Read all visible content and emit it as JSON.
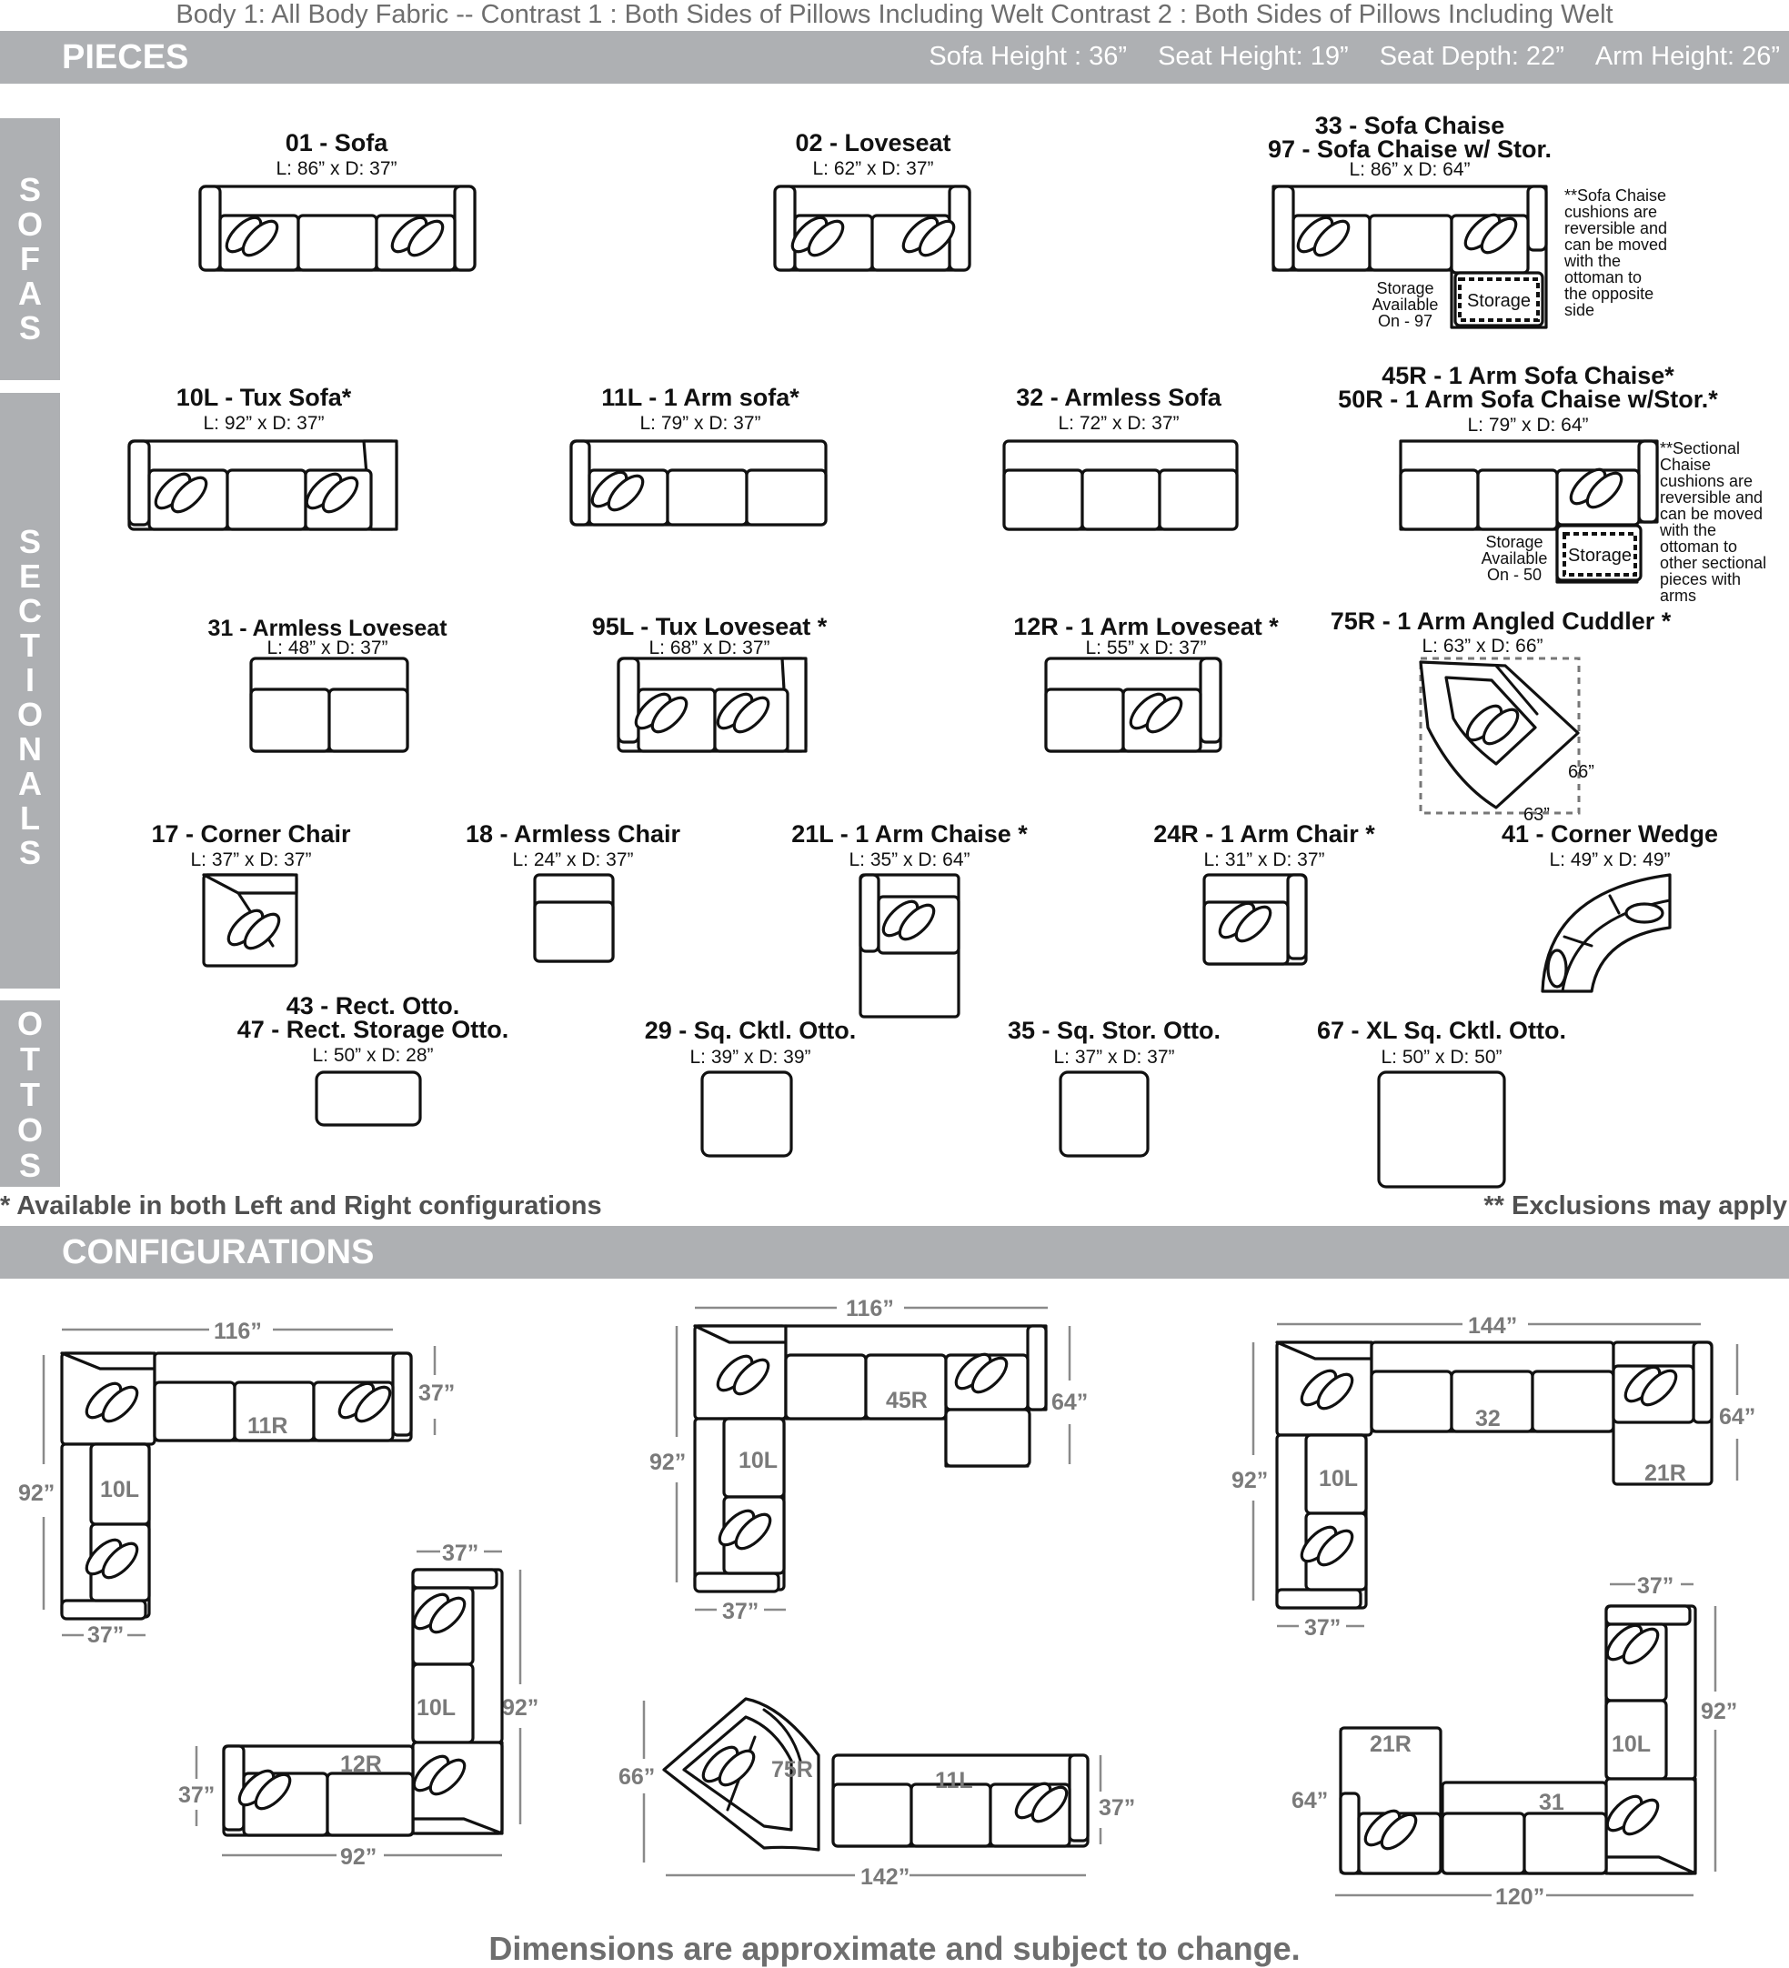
{
  "body_fabric_note": "Body 1: All Body Fabric -- Contrast 1 : Both Sides of Pillows Including Welt Contrast 2 : Both Sides of Pillows Including Welt",
  "pieces_header": {
    "title": "PIECES",
    "dims": [
      "Sofa Height : 36”",
      "Seat Height: 19”",
      "Seat Depth: 22”",
      "Arm Height: 26”"
    ]
  },
  "side_tabs": {
    "sofas": [
      "S",
      "O",
      "F",
      "A",
      "S"
    ],
    "sectionals": [
      "S",
      "E",
      "C",
      "T",
      "I",
      "O",
      "N",
      "A",
      "L",
      "S"
    ],
    "ottos": [
      "O",
      "T",
      "T",
      "O",
      "S"
    ]
  },
  "pieces": [
    {
      "title": "01 - Sofa",
      "dims": "L: 86” x D: 37”"
    },
    {
      "title": "02 - Loveseat",
      "dims": "L: 62” x D: 37”"
    },
    {
      "title": "33 - Sofa Chaise",
      "title2": "97 - Sofa Chaise w/ Stor.",
      "dims": "L: 86” x D: 64”"
    },
    {
      "title": "10L - Tux Sofa*",
      "dims": "L: 92” x D: 37”"
    },
    {
      "title": "11L - 1 Arm sofa*",
      "dims": "L: 79” x D: 37”"
    },
    {
      "title": "32 - Armless Sofa",
      "dims": "L: 72” x D: 37”"
    },
    {
      "title": "45R - 1 Arm Sofa Chaise*",
      "title2": "50R - 1 Arm Sofa Chaise w/Stor.*",
      "dims": "L: 79” x D: 64”"
    },
    {
      "title": "31 - Armless Loveseat",
      "dims": "L: 48” x D: 37”"
    },
    {
      "title": "95L - Tux Loveseat *",
      "dims": "L: 68” x D: 37”"
    },
    {
      "title": "12R - 1 Arm Loveseat *",
      "dims": "L: 55” x D: 37”"
    },
    {
      "title": "75R - 1 Arm Angled Cuddler *",
      "dims": "L: 63” x D: 66”"
    },
    {
      "title": "17 - Corner Chair",
      "dims": "L: 37” x D: 37”"
    },
    {
      "title": "18 - Armless Chair",
      "dims": "L: 24” x D: 37”"
    },
    {
      "title": "21L - 1 Arm Chaise *",
      "dims": "L: 35” x D: 64”"
    },
    {
      "title": "24R - 1 Arm Chair *",
      "dims": "L: 31” x D: 37”"
    },
    {
      "title": "41 - Corner Wedge",
      "dims": "L: 49” x D: 49”"
    },
    {
      "title": "43 - Rect. Otto.",
      "title2": "47 - Rect. Storage Otto.",
      "dims": "L: 50” x D: 28”"
    },
    {
      "title": "29 - Sq. Cktl. Otto.",
      "dims": "L: 39” x D: 39”"
    },
    {
      "title": "35 - Sq. Stor. Otto.",
      "dims": "L: 37” x D: 37”"
    },
    {
      "title": "67 - XL Sq. Cktl. Otto.",
      "dims": "L: 50” x D: 50”"
    }
  ],
  "notes": {
    "sofa_chaise": [
      "**Sofa Chaise",
      "cushions are",
      "reversible and",
      "can be moved",
      "with the",
      "ottoman to",
      "the opposite",
      "side"
    ],
    "sectional_chaise": [
      "**Sectional",
      "Chaise",
      "cushions are",
      "reversible and",
      "can be moved",
      "with the",
      "ottoman to",
      "other sectional",
      "pieces with",
      "arms"
    ],
    "storage_97": [
      "Storage",
      "Available",
      "On - 97"
    ],
    "storage_50": [
      "Storage",
      "Available",
      "On - 50"
    ],
    "storage_label": "Storage",
    "cuddler_dims": [
      "66”",
      "63”"
    ]
  },
  "footnotes": {
    "left": "* Available in both Left and Right configurations",
    "right": "** Exclusions may apply"
  },
  "configurations_header": {
    "title": "CONFIGURATIONS"
  },
  "configurations": [
    {
      "labels": [
        "11R",
        "10L"
      ],
      "dims": [
        "116”",
        "37”",
        "92”",
        "37”"
      ]
    },
    {
      "labels": [
        "45R",
        "10L"
      ],
      "dims": [
        "116”",
        "64”",
        "92”",
        "37”"
      ]
    },
    {
      "labels": [
        "32",
        "21R",
        "10L"
      ],
      "dims": [
        "144”",
        "64”",
        "92”",
        "37”"
      ]
    },
    {
      "labels": [
        "10L",
        "12R"
      ],
      "dims": [
        "37”",
        "92”",
        "37”",
        "92”"
      ]
    },
    {
      "labels": [
        "75R",
        "11L"
      ],
      "dims": [
        "66”",
        "37”",
        "142”"
      ]
    },
    {
      "labels": [
        "21R",
        "31",
        "10L"
      ],
      "dims": [
        "37”",
        "92”",
        "64”",
        "120”"
      ]
    }
  ],
  "disclaimer": "Dimensions are approximate and subject to change."
}
